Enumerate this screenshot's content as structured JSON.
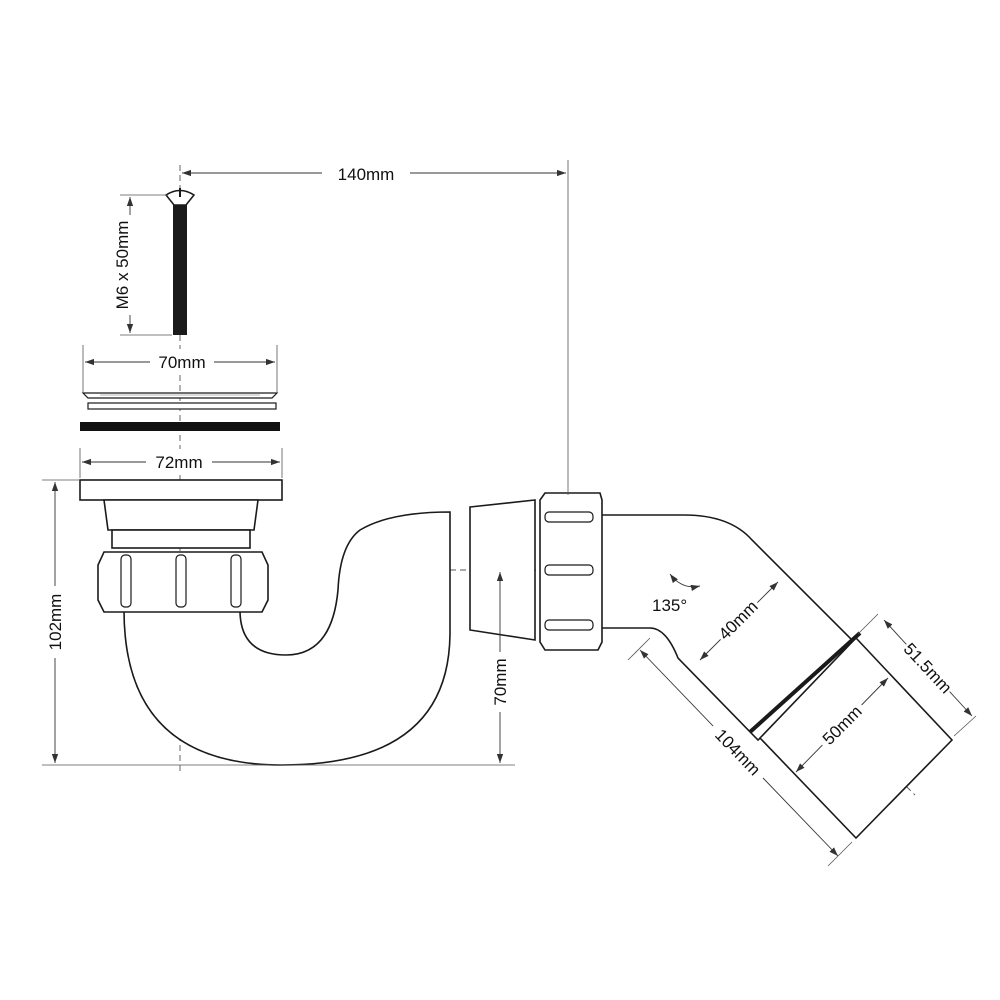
{
  "dimensions": {
    "trap_offset": "140mm",
    "screw_size": "M6 x 50mm",
    "grate_diameter": "70mm",
    "flange_diameter": "72mm",
    "overall_height": "102mm",
    "outlet_height": "70mm",
    "outlet_angle": "135°",
    "elbow_length": "40mm",
    "outlet_length": "104mm",
    "outlet_inner_diameter": "50mm",
    "outlet_outer_diameter": "51.5mm"
  }
}
